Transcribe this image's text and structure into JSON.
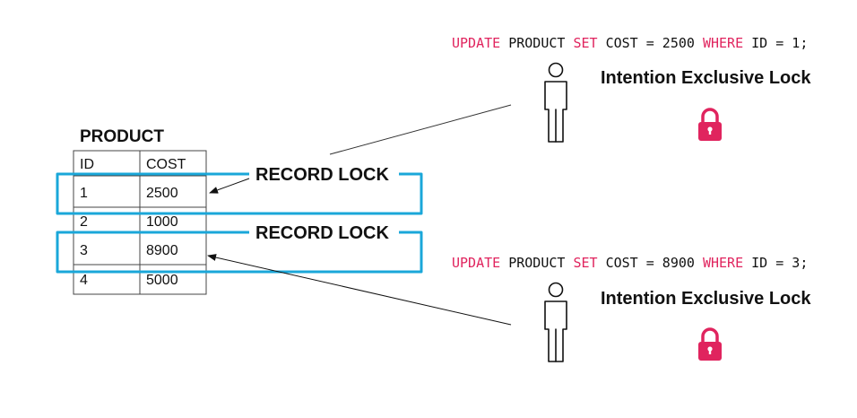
{
  "table": {
    "title": "PRODUCT",
    "headers": [
      "ID",
      "COST"
    ],
    "rows": [
      [
        "1",
        "2500"
      ],
      [
        "2",
        "1000"
      ],
      [
        "3",
        "8900"
      ],
      [
        "4",
        "5000"
      ]
    ]
  },
  "record_locks": [
    {
      "label": "RECORD LOCK",
      "row": "1"
    },
    {
      "label": "RECORD LOCK",
      "row": "3"
    }
  ],
  "queries": [
    {
      "keyword1": "UPDATE",
      "table": " PRODUCT ",
      "keyword2": "SET",
      "assign": " COST = 2500 ",
      "keyword3": "WHERE",
      "cond": " ID = 1;",
      "lock_label": "Intention Exclusive Lock"
    },
    {
      "keyword1": "UPDATE",
      "table": " PRODUCT ",
      "keyword2": "SET",
      "assign": " COST = 8900 ",
      "keyword3": "WHERE",
      "cond": " ID = 3;",
      "lock_label": "Intention Exclusive Lock"
    }
  ],
  "colors": {
    "keyword": "#e0245e",
    "lock": "#e0245e",
    "highlight": "#1aa7d9",
    "text": "#111111",
    "line": "#333333"
  },
  "icons": [
    "person-icon",
    "lock-icon"
  ]
}
